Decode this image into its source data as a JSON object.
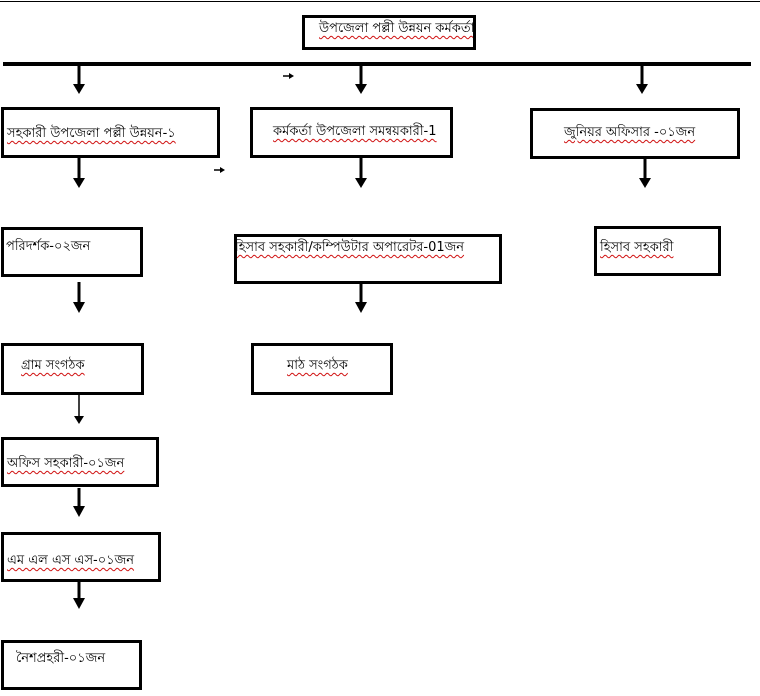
{
  "root": {
    "label": "উপজেলা পল্লী উন্নয়ন কর্মকর্তা"
  },
  "columns": [
    {
      "id": "left",
      "nodes": [
        {
          "label": "সহকারী উপজেলা পল্লী উন্নয়ন-১"
        },
        {
          "label": "পরিদর্শক-০২জন"
        },
        {
          "label": "গ্রাম সংগঠক"
        },
        {
          "label": "অফিস সহকারী-০১জন"
        },
        {
          "label": "এম এল এস এস-০১জন"
        },
        {
          "label": "নৈশপ্রহরী-০১জন"
        }
      ]
    },
    {
      "id": "middle",
      "nodes": [
        {
          "label": "কর্মকর্তা উপজেলা সমন্বয়কারী-1"
        },
        {
          "label": "হিসাব সহকারী/কম্পিউটার অপারেটর-01জন"
        },
        {
          "label": "মাঠ সংগঠক"
        }
      ]
    },
    {
      "id": "right",
      "nodes": [
        {
          "label": "জুনিয়র অফিসার -০১জন"
        },
        {
          "label": "হিসাব সহকারী"
        }
      ]
    }
  ]
}
